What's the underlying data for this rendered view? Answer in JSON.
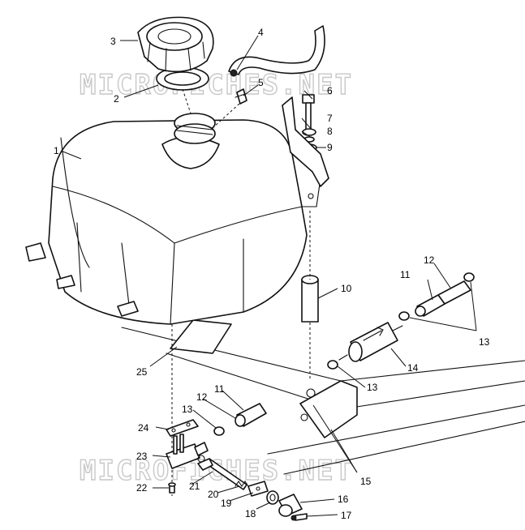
{
  "watermarks": [
    "MICROFICHES.NET",
    "MICROFICHES.NET"
  ],
  "callouts": {
    "c1": "1",
    "c2": "2",
    "c3": "3",
    "c4": "4",
    "c5": "5",
    "c6": "6",
    "c7": "7",
    "c8": "8",
    "c9": "9",
    "c10": "10",
    "c11a": "11",
    "c11b": "11",
    "c12a": "12",
    "c12b": "12",
    "c13a": "13",
    "c13b": "13",
    "c13c": "13",
    "c14": "14",
    "c15": "15",
    "c16": "16",
    "c17": "17",
    "c18": "18",
    "c19": "19",
    "c20": "20",
    "c21": "21",
    "c22": "22",
    "c23": "23",
    "c24": "24",
    "c25": "25"
  }
}
